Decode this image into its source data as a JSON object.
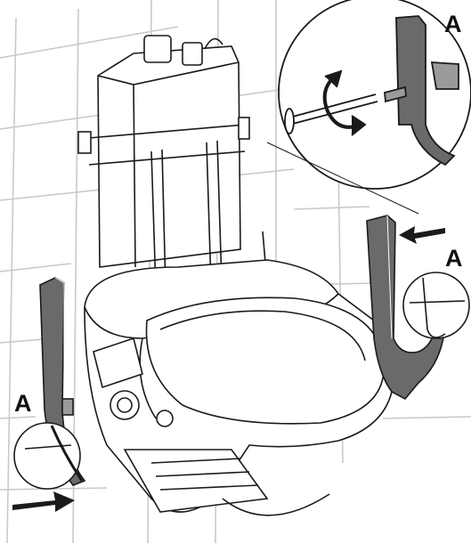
{
  "diagram": {
    "callouts": {
      "top": "A",
      "right": "A",
      "left": "A"
    },
    "colors": {
      "line": "#1a1a1a",
      "tile_grid": "#c9c9c9",
      "fixture_fill": "#ffffff",
      "side_cover_dark": "#6a6a6a",
      "side_cover_light": "#9a9a9a",
      "arrow": "#1a1a1a"
    },
    "icons": [
      "rotate-arrow-icon",
      "screw-icon",
      "push-arrow-icon",
      "pull-arrow-icon"
    ]
  }
}
